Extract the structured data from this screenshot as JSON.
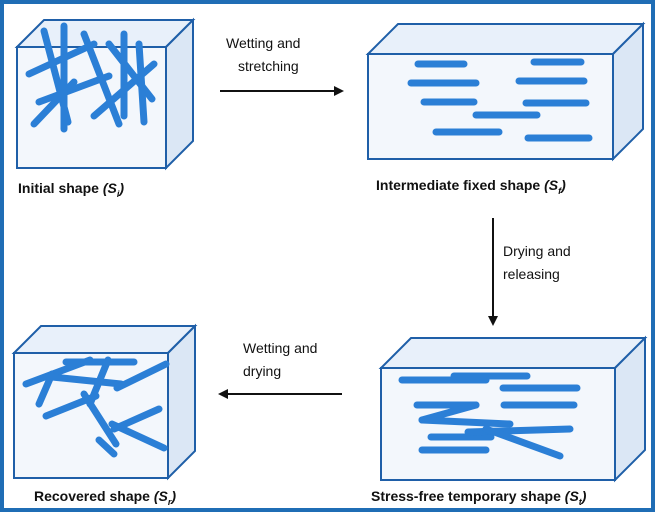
{
  "colors": {
    "border": "#1f6db5",
    "rod": "#2b7fd6",
    "box_edge": "#1f5fa8",
    "box_fill": "#f3f7fc"
  },
  "states": {
    "initial": {
      "text": "Initial shape ",
      "sym": "S",
      "sub": "i"
    },
    "intermediate": {
      "text": "Intermediate fixed shape ",
      "sym": "S",
      "sub": "f"
    },
    "temporary": {
      "text": "Stress-free temporary shape ",
      "sym": "S",
      "sub": "t"
    },
    "recovered": {
      "text": "Recovered shape ",
      "sym": "S",
      "sub": "r"
    }
  },
  "steps": {
    "wetting_stretching": {
      "line1": "Wetting and",
      "line2": "stretching"
    },
    "drying_releasing": {
      "line1": "Drying and",
      "line2": "releasing"
    },
    "wetting_drying": {
      "line1": "Wetting and",
      "line2": "drying"
    }
  }
}
